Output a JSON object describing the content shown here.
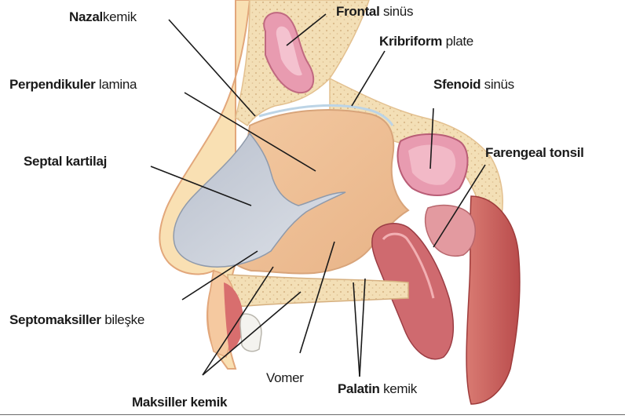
{
  "labels": {
    "nazal": {
      "bold": "Nazal",
      "regular": "kemik"
    },
    "frontal": {
      "bold": "Frontal",
      "regular": "sinüs"
    },
    "kribriform": {
      "bold": "Kribriform",
      "regular": "plate"
    },
    "perpendikuler": {
      "bold": "Perpendikuler",
      "regular": "lamina"
    },
    "sfenoid": {
      "bold": "Sfenoid",
      "regular": "sinüs"
    },
    "septal": {
      "bold": "Septal kartilaj",
      "regular": ""
    },
    "farengeal": {
      "bold": "Farengeal tonsil",
      "regular": ""
    },
    "septomaksiller": {
      "bold": "Septomaksiller",
      "regular": "bileşke"
    },
    "vomer": {
      "bold": "",
      "regular": "Vomer"
    },
    "palatin": {
      "bold": "Palatin",
      "regular": "kemik"
    },
    "maksiller": {
      "bold": "Maksiller kemik",
      "regular": ""
    }
  },
  "colors": {
    "skin": "#f6d7a8",
    "skin_outline": "#e2a77b",
    "bone": "#f3dfb6",
    "bone_dots": "#d9b98a",
    "septum_bone": "#efc79f",
    "cartilage": "#c9cfd9",
    "sinus": "#d97e97",
    "sinus_light": "#f2b9c7",
    "tonsil": "#d88b8b",
    "muscle": "#c96060",
    "leader_line": "#1a1a1a"
  }
}
